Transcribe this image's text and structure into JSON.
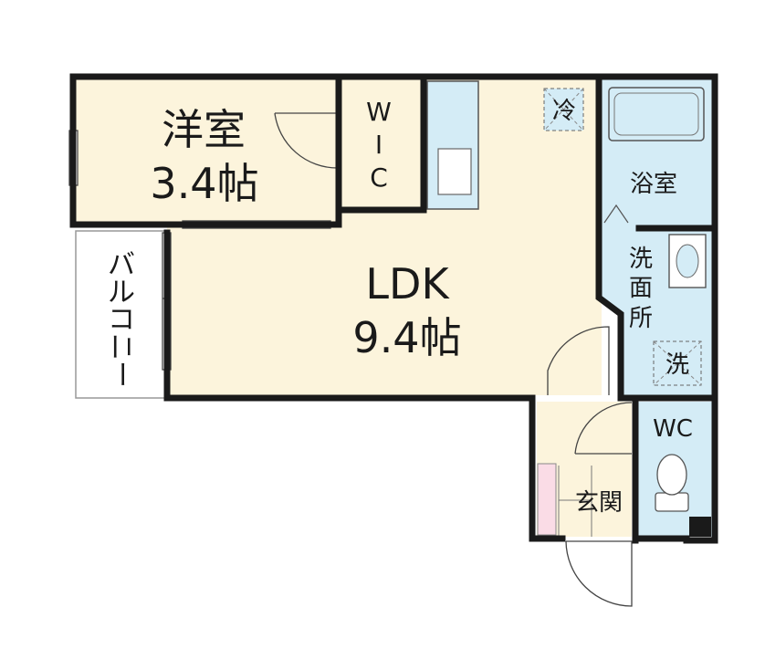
{
  "rooms": {
    "western": {
      "name": "洋室",
      "area": "3.4帖"
    },
    "wic": {
      "chars": [
        "W",
        "I",
        "C"
      ]
    },
    "ldk": {
      "name": "LDK",
      "area": "9.4帖"
    },
    "bath": {
      "name": "浴室"
    },
    "washroom": {
      "chars": [
        "洗",
        "面",
        "所"
      ]
    },
    "toilet": {
      "name": "WC"
    },
    "entrance": {
      "name": "玄関"
    },
    "balcony": {
      "chars": [
        "バ",
        "ル",
        "コ",
        "ニ",
        "ー"
      ]
    }
  },
  "fixtures": {
    "fridge": "冷",
    "washer": "洗"
  },
  "colors": {
    "floor": "#fcf4dc",
    "wet_area": "#d4ecf6",
    "closet": "#fadce6",
    "wall": "#1a1a1a"
  }
}
